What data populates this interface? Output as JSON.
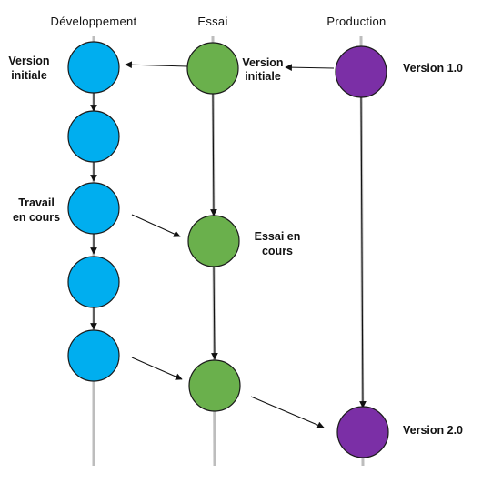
{
  "columns": {
    "development": "Développement",
    "test": "Essai",
    "production": "Production"
  },
  "labels": {
    "dev_initial_line1": "Version",
    "dev_initial_line2": "initiale",
    "test_initial_line1": "Version",
    "test_initial_line2": "initiale",
    "prod_v1": "Version 1.0",
    "work_line1": "Travail",
    "work_line2": "en cours",
    "testing_line1": "Essai en",
    "testing_line2": "cours",
    "prod_v2": "Version 2.0"
  },
  "colors": {
    "development": "#00aeef",
    "test": "#6ab04c",
    "production": "#7b2fa6",
    "lane": "#bdbdbd"
  }
}
